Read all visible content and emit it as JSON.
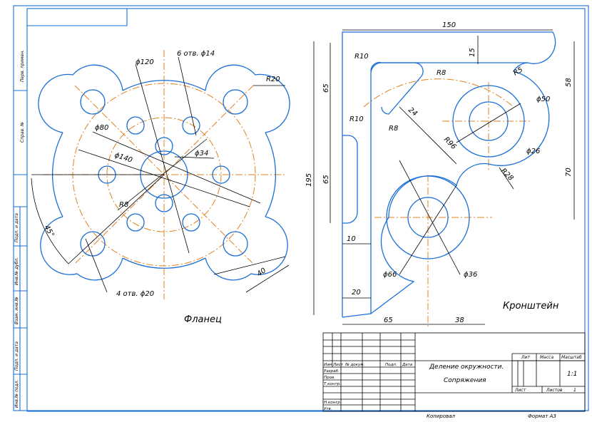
{
  "side_strip": [
    "Перв. примен.",
    "Справ. №",
    "Подп. и дата",
    "Инв.№ дубл.",
    "Взам. инв.№",
    "Подп. и дата",
    "Инв.№ подл."
  ],
  "flange": {
    "title": "Фланец",
    "labels": {
      "d120": "ϕ120",
      "holes6": "6 отв. ϕ14",
      "r20": "R20",
      "d80": "ϕ80",
      "d140": "ϕ140",
      "d34": "ϕ34",
      "r8": "R8",
      "angle45": "45°",
      "holes4": "4 отв. ϕ20",
      "d40": "40"
    }
  },
  "bracket": {
    "title": "Кронштейн",
    "labels": {
      "d150": "150",
      "d15": "15",
      "r10a": "R10",
      "r8a": "R8",
      "r5": "R5",
      "d58": "58",
      "d65a": "65",
      "d24": "24",
      "r8b": "R8",
      "r10b": "R10",
      "d50": "ϕ50",
      "r96": "R96",
      "d26": "ϕ26",
      "r28": "R28",
      "d195": "195",
      "d65b": "65",
      "d70": "70",
      "d10": "10",
      "d66": "ϕ66",
      "d36": "ϕ36",
      "d20": "20",
      "d65c": "65",
      "d38": "38"
    }
  },
  "title_block": {
    "headers": [
      "Изм",
      "Лист",
      "№ докум.",
      "Подп.",
      "Дата"
    ],
    "roles": [
      "Разраб.",
      "Пров.",
      "Т.контр.",
      "",
      "Н.контр.",
      "Утв."
    ],
    "title_line1": "Деление окружности.",
    "title_line2": "Сопряжения",
    "lit_label": "Лит",
    "mass_label": "Масса",
    "scale_label": "Масштаб",
    "scale_value": "1:1",
    "sheet_label": "Лист",
    "sheets_label": "Листов",
    "sheets_value": "1"
  },
  "footer": {
    "copied": "Копировал",
    "format": "Формат А3"
  }
}
